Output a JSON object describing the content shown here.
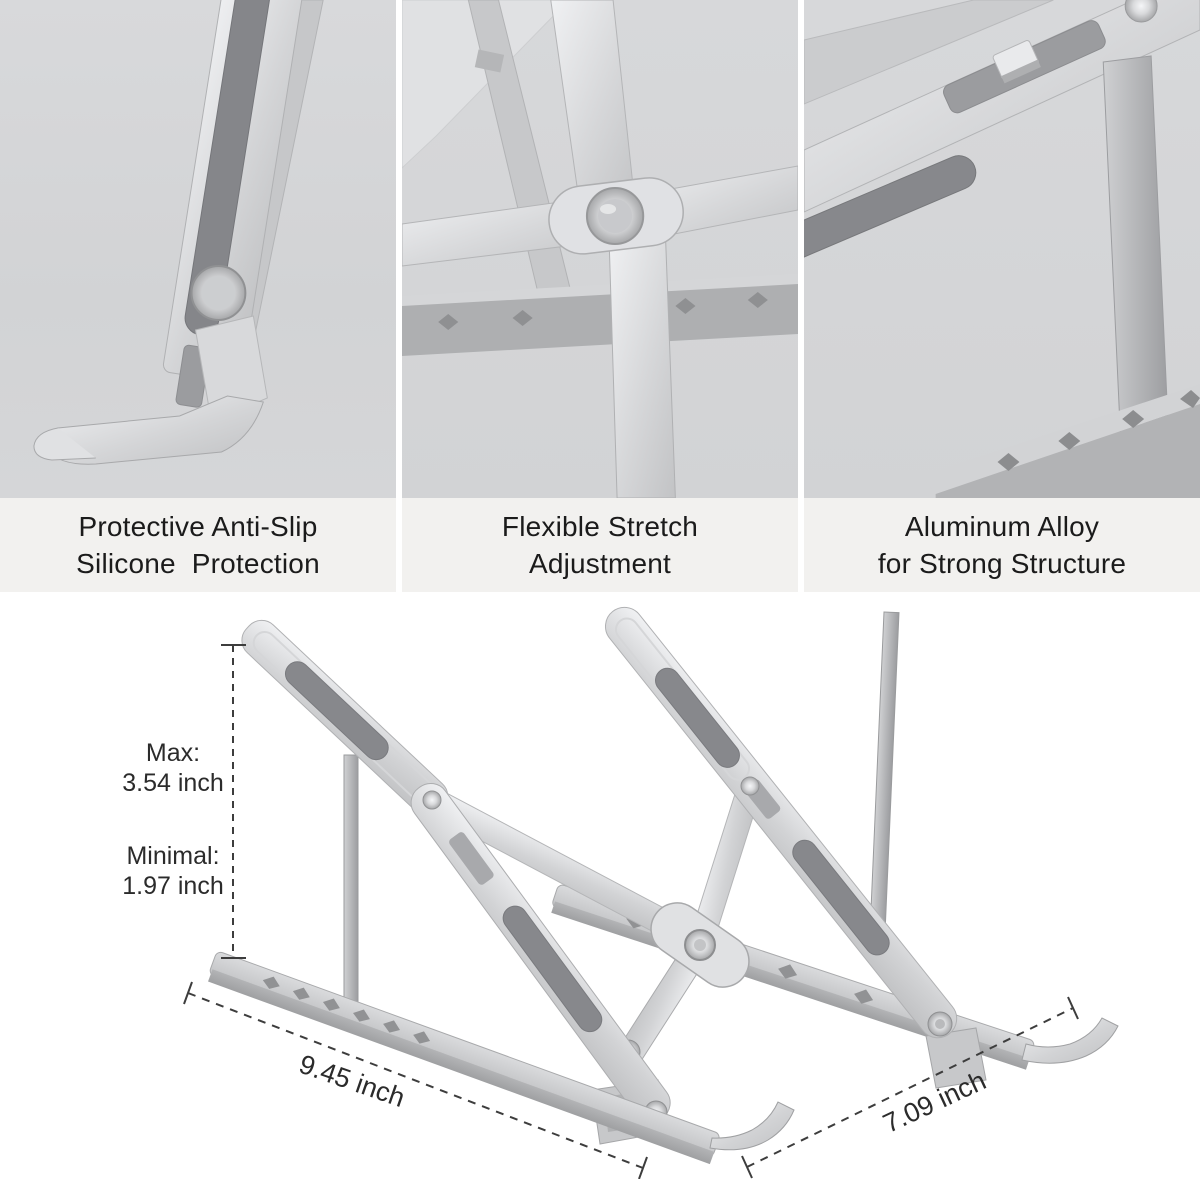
{
  "panels": [
    {
      "id": "silicone",
      "caption_line1": "Protective Anti-Slip",
      "caption_line2": "Silicone  Protection"
    },
    {
      "id": "hinge",
      "caption_line1": "Flexible Stretch",
      "caption_line2": "Adjustment"
    },
    {
      "id": "alloy",
      "caption_line1": "Aluminum Alloy",
      "caption_line2": "for Strong Structure"
    }
  ],
  "dimensions": {
    "max_label": "Max:",
    "max_value": "3.54 inch",
    "min_label": "Minimal:",
    "min_value": "1.97 inch",
    "length_value": "9.45 inch",
    "depth_value": "7.09 inch"
  },
  "colors": {
    "photo_background": "#d4d5d7",
    "caption_background": "#f2f1ef",
    "caption_text": "#1b1b1b",
    "annotation": "#3d3d3d",
    "metal_light": "#e8e9eb",
    "metal_mid": "#c6c7c9",
    "silicone_pad": "#87888c"
  }
}
